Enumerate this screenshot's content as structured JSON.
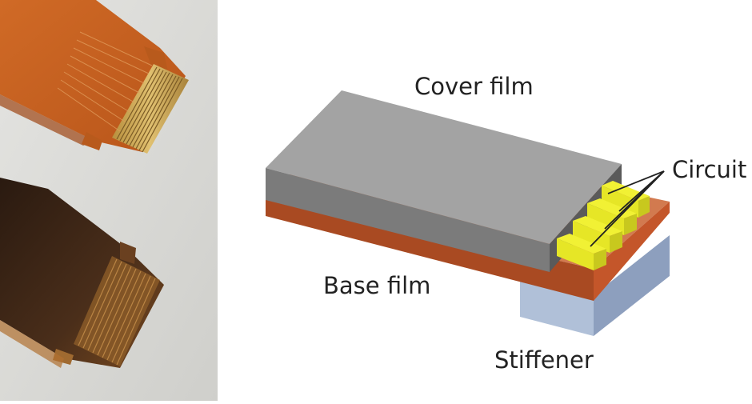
{
  "labels": {
    "cover_film": "Cover film",
    "circuit": "Circuit",
    "base_film": "Base film",
    "stiffener": "Stiffener"
  },
  "colors": {
    "cover_top": "#a3a3a3",
    "cover_front": "#7b7b7b",
    "cover_side": "#5a5a5a",
    "base_top": "#d27a4f",
    "base_front": "#a94a22",
    "base_side": "#c4562a",
    "circuit_top": "#f1f134",
    "circuit_side": "#c8c81e",
    "stiffener_front": "#b0c0d8",
    "stiffener_side": "#8d9fbe",
    "photo_background": "#d9d9d6",
    "cable_orange": "#c4601e",
    "cable_dark": "#3a2518",
    "gold_contact": "#c9a04a"
  }
}
